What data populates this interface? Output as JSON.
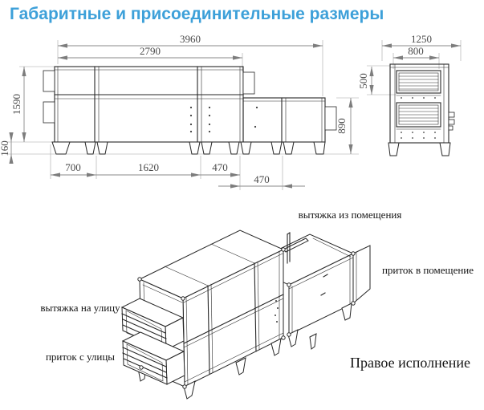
{
  "title": "Габаритные и присоединительные размеры",
  "front_view": {
    "dims": {
      "overall_length": "3960",
      "conn_length": "2790",
      "height": "1590",
      "base_height": "160",
      "pitch_1": "700",
      "pitch_2": "1620",
      "pitch_3": "470",
      "pitch_4": "470",
      "right_height": "890"
    }
  },
  "side_view": {
    "dims": {
      "depth": "1250",
      "grille_width": "800",
      "grille_height": "500"
    }
  },
  "iso_view": {
    "labels": {
      "exhaust_from_room": "вытяжка из помещения",
      "supply_to_room": "приток в помещение",
      "exhaust_to_street": "вытяжка на улицу",
      "intake_from_street": "приток с улицы",
      "variant": "Правое исполнение"
    }
  }
}
